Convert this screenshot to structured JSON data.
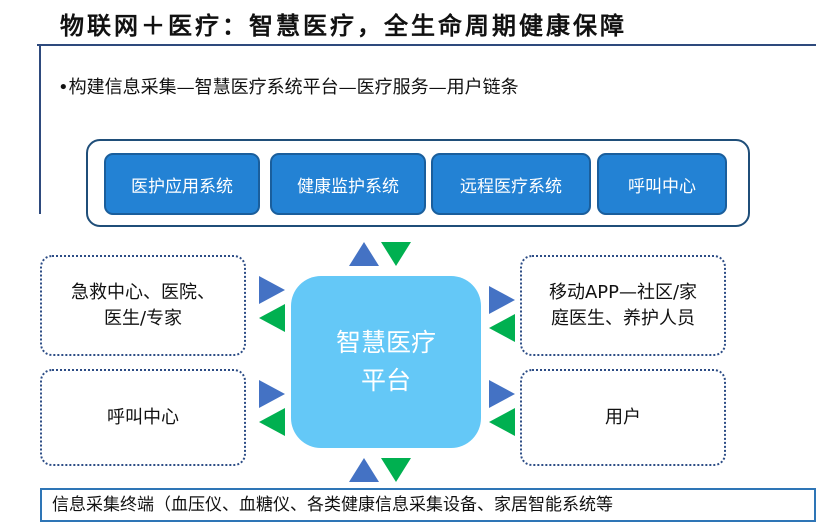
{
  "title": "物联网＋医疗：智慧医疗，全生命周期健康保障",
  "subtitle": "•构建信息采集—智慧医疗系统平台—医疗服务—用户链条",
  "systems": [
    "医护应用系统",
    "健康监护系统",
    "远程医疗系统",
    "呼叫中心"
  ],
  "left_nodes": [
    {
      "lines": [
        "急救中心、医院、",
        "医生/专家"
      ]
    },
    {
      "lines": [
        "呼叫中心"
      ]
    }
  ],
  "right_nodes": [
    {
      "lines": [
        "移动APP—社区/家",
        "庭医生、养护人员"
      ]
    },
    {
      "lines": [
        "用户"
      ]
    }
  ],
  "center": {
    "lines": [
      "智慧医疗",
      "平台"
    ]
  },
  "footer": "信息采集终端（血压仪、血糖仪、各类健康信息采集设备、家居智能系统等",
  "colors": {
    "system_button": "#2382d4",
    "center_platform": "#64c8f7",
    "arrow_blue": "#4472c4",
    "arrow_green": "#00b050",
    "frame": "#1f4e79"
  }
}
